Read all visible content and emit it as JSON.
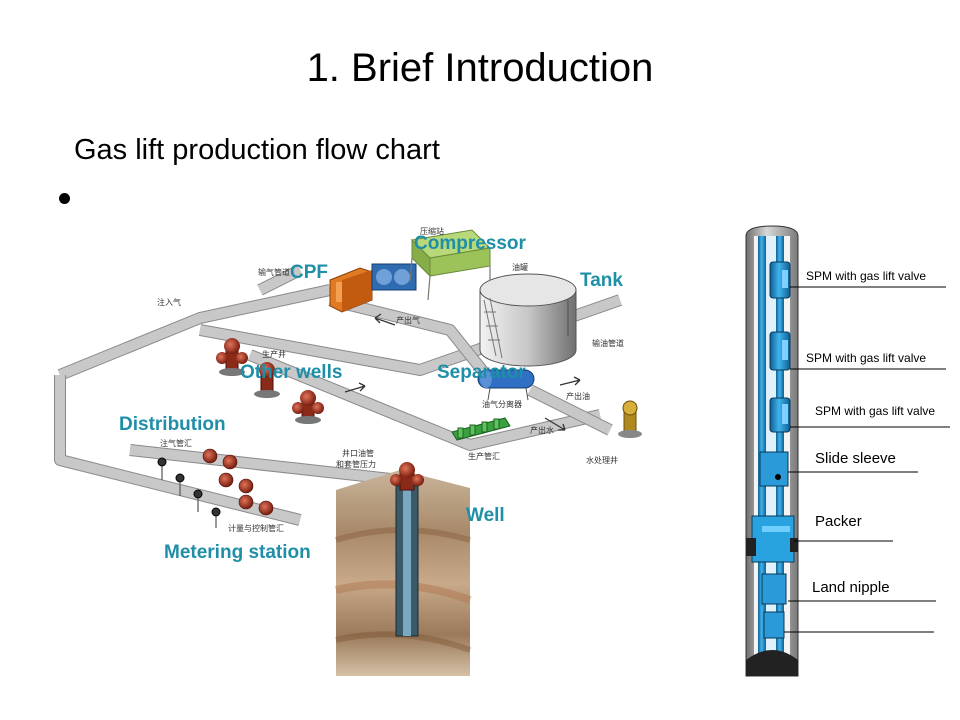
{
  "slide": {
    "title": "1. Brief Introduction",
    "subtitle": "Gas lift production flow chart"
  },
  "flow_chart": {
    "labels": {
      "compressor": "Compressor",
      "cpf": "CPF",
      "tank": "Tank",
      "other_wells": "Other wells",
      "separator": "Separator",
      "distribution": "Distribution",
      "well": "Well",
      "metering_station": "Metering station"
    },
    "chinese_labels": {
      "compressor_station": "压缩站",
      "gas_pipeline": "输气管道",
      "oil_tank": "油罐",
      "inject_gas": "注入气",
      "produced_gas": "产出气",
      "oil_pipeline": "输油管道",
      "production_well": "生产井",
      "oil_gas_separator": "油气分离器",
      "produced_oil": "产出油",
      "gas_injection_manifold": "注气管汇",
      "produced_water": "产出水",
      "production_manifold": "生产管汇",
      "wellhead_pressure_1": "井口油管",
      "wellhead_pressure_2": "和套管压力",
      "water_treatment_well": "水处理井",
      "metering_control_manifold": "计量与控制管汇"
    }
  },
  "completion_diagram": {
    "annotations": [
      "SPM with gas lift valve",
      "SPM with gas lift valve",
      "SPM with gas lift valve",
      "Slide sleeve",
      "Packer",
      "Land nipple"
    ]
  },
  "colors": {
    "label_teal": "#1f8fa8",
    "tubing_blue": "#1e8fd0",
    "casing_gray": "#9a9a9a"
  }
}
